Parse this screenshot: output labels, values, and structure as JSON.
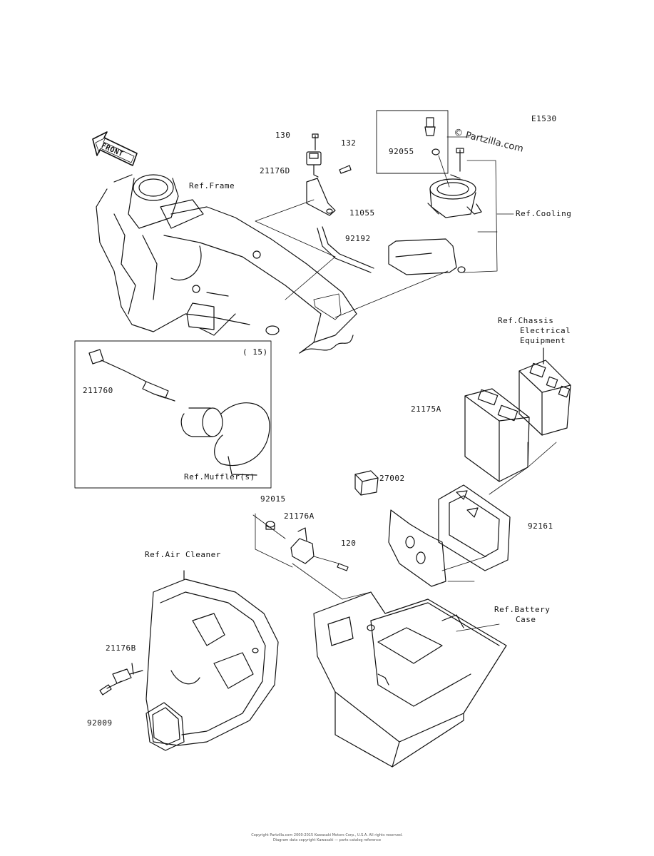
{
  "diagram_code": "E1530",
  "watermark": "© Partzilla.com",
  "front_label": "FRONT",
  "inset_note": "( 15)",
  "part_labels": {
    "p130": "130",
    "p132": "132",
    "p21176d": "21176D",
    "p11055": "11055",
    "p92192": "92192",
    "p92055": "92055",
    "p211760": "211760",
    "p21175a": "21175A",
    "p27002": "27002",
    "p92015": "92015",
    "p21176a": "21176A",
    "p120": "120",
    "p92161": "92161",
    "p21176b": "21176B",
    "p92009": "92009"
  },
  "ref_labels": {
    "frame": "Ref.Frame",
    "cooling": "Ref.Cooling",
    "chassis_l1": "Ref.Chassis",
    "chassis_l2": "Electrical",
    "chassis_l3": "Equipment",
    "muffler": "Ref.Muffler(s)",
    "air_cleaner": "Ref.Air Cleaner",
    "battery_l1": "Ref.Battery",
    "battery_l2": "Case"
  },
  "footer": {
    "line1": "Copyright Partzilla.com 2000-2015 Kawasaki Motors Corp., U.S.A. All rights reserved.",
    "line2": "Diagram data copyright Kawasaki — parts catalog reference"
  }
}
